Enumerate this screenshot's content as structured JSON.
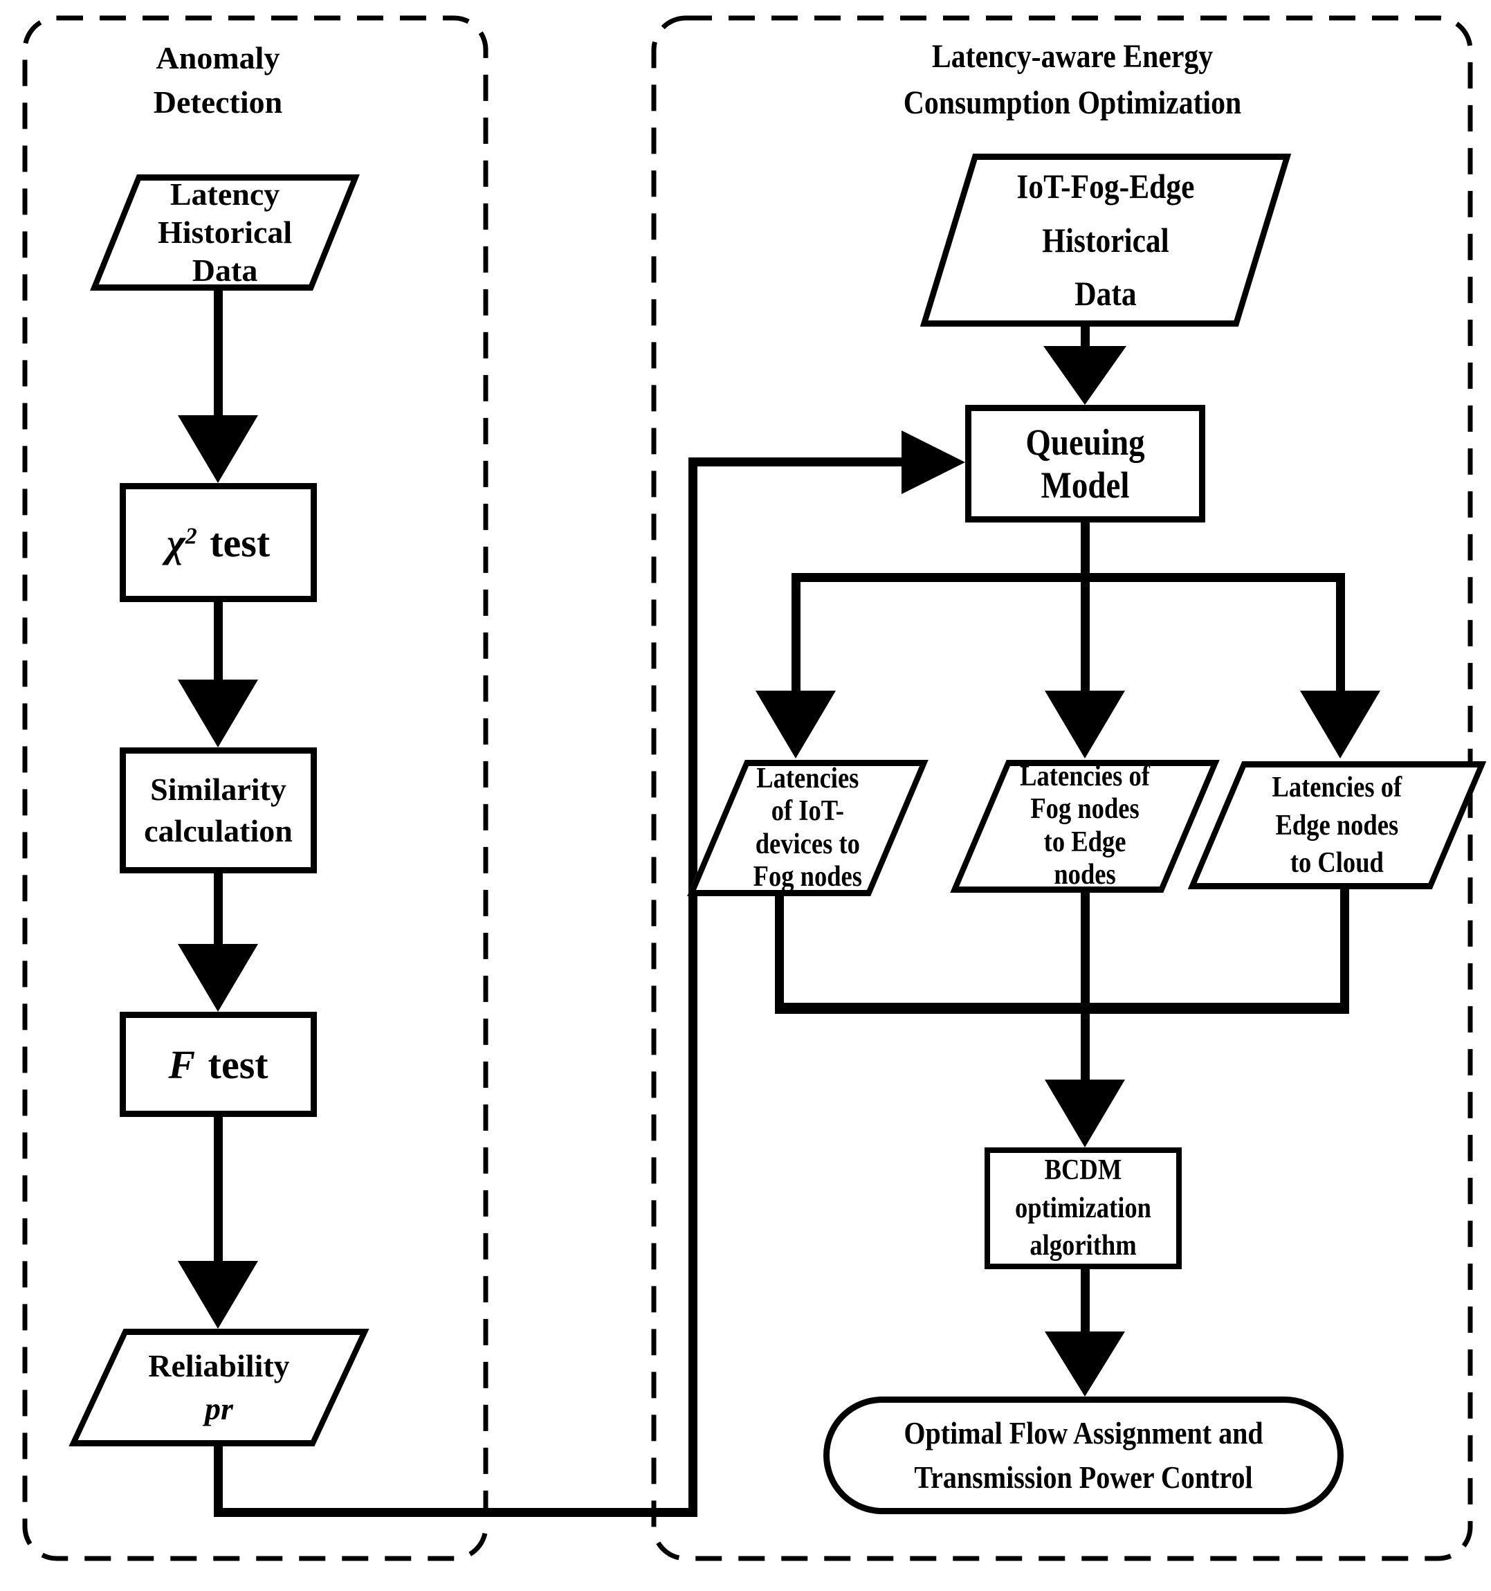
{
  "colors": {
    "ink": "#000000",
    "paper": "#ffffff"
  },
  "panels": {
    "anomaly": {
      "title": [
        "Anomaly",
        "Detection"
      ],
      "latency_data": [
        "Latency",
        "Historical",
        "Data"
      ],
      "chi_test": {
        "symbol": "χ",
        "sup": "2",
        "word": "test"
      },
      "similarity": [
        "Similarity",
        "calculation"
      ],
      "f_test": {
        "symbol": "F",
        "word": "test"
      },
      "reliability": {
        "word": "Reliability",
        "symbol": "pr"
      }
    },
    "optimization": {
      "title": [
        "Latency-aware Energy",
        "Consumption Optimization"
      ],
      "iot_data": [
        "IoT-Fog-Edge",
        "Historical",
        "Data"
      ],
      "queuing_model": "Queuing Model",
      "latencies_iot_fog": [
        "Latencies",
        "of IoT-",
        "devices to",
        "Fog nodes"
      ],
      "latencies_fog_edge": [
        "Latencies of",
        "Fog nodes",
        "to Edge",
        "nodes"
      ],
      "latencies_edge_cloud": [
        "Latencies of",
        "Edge nodes",
        "to Cloud"
      ],
      "bcdm": [
        "BCDM",
        "optimization",
        "algorithm"
      ],
      "output": [
        "Optimal Flow Assignment and",
        "Transmission Power Control"
      ]
    }
  }
}
